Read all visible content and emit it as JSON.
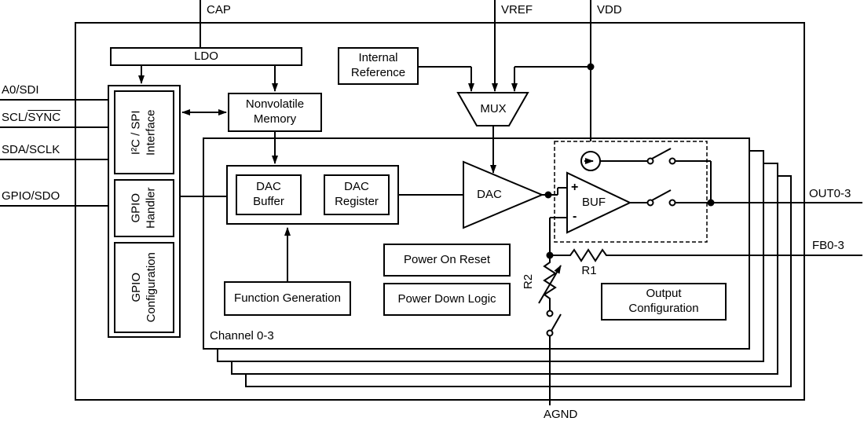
{
  "pins": {
    "cap": "CAP",
    "vref": "VREF",
    "vdd": "VDD",
    "a0_sdi": "A0/SDI",
    "scl_prefix": "SCL/",
    "sync_overline": "SYNC",
    "sda_sclk": "SDA/SCLK",
    "gpio_sdo": "GPIO/SDO",
    "out": "OUT0-3",
    "fb": "FB0-3",
    "agnd": "AGND"
  },
  "blocks": {
    "ldo": "LDO",
    "internal_reference": {
      "line1": "Internal",
      "line2": "Reference"
    },
    "mux": "MUX",
    "nonvolatile_memory": {
      "line1": "Nonvolatile",
      "line2": "Memory"
    },
    "i2c_spi_interface": {
      "line1": "I²C / SPI",
      "line2": "Interface"
    },
    "gpio_handler": {
      "line1": "GPIO",
      "line2": "Handler"
    },
    "gpio_configuration": {
      "line1": "GPIO",
      "line2": "Configuration"
    },
    "dac_buffer": {
      "line1": "DAC",
      "line2": "Buffer"
    },
    "dac_register": {
      "line1": "DAC",
      "line2": "Register"
    },
    "dac": "DAC",
    "buf": "BUF",
    "plus": "+",
    "minus": "-",
    "power_on_reset": "Power On Reset",
    "power_down_logic": "Power Down Logic",
    "function_generation": "Function Generation",
    "output_configuration": {
      "line1": "Output",
      "line2": "Configuration"
    },
    "channel_label": "Channel 0-3",
    "r1": "R1",
    "r2": "R2"
  },
  "colors": {
    "line": "#000000",
    "background": "#ffffff"
  }
}
